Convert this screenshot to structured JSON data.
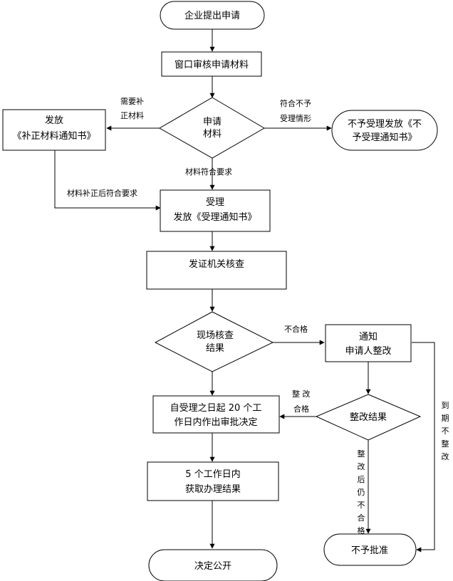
{
  "nodes": {
    "start": "企业提出申请",
    "window_review": "窗口审核申请材料",
    "decision_materials": [
      "申请",
      "材料"
    ],
    "issue_supplement": [
      "发放",
      "《补正材料通知书》"
    ],
    "reject_notice": [
      "不予受理发放《不",
      "予受理通知书》"
    ],
    "accept": [
      "受理",
      "发放《受理通知书》"
    ],
    "cert_review": "发证机关核查",
    "decision_site": [
      "现场核查",
      "结果"
    ],
    "notify_rectify": [
      "通知",
      "申请人整改"
    ],
    "decision_rectify": "整改结果",
    "decide_20days": [
      "自受理之日起 20 个工",
      "作日内作出审批决定"
    ],
    "get_result": [
      "5 个工作日内",
      "获取办理结果"
    ],
    "reject_approval": "不予批准",
    "publish": "决定公开"
  },
  "edges": {
    "need_supplement": [
      "需要补",
      "正材料"
    ],
    "not_qualified_accept": [
      "符合不予",
      "受理情形"
    ],
    "materials_ok": "材料符合要求",
    "supplement_ok": "材料补正后符合要求",
    "site_fail": "不合格",
    "rectify_pass": [
      "整 改",
      "合格"
    ],
    "rectify_still_fail": [
      "整",
      "改",
      "后",
      "仍",
      "不",
      "合",
      "格"
    ],
    "overdue": [
      "到",
      "期",
      "不",
      "整",
      "改"
    ]
  }
}
